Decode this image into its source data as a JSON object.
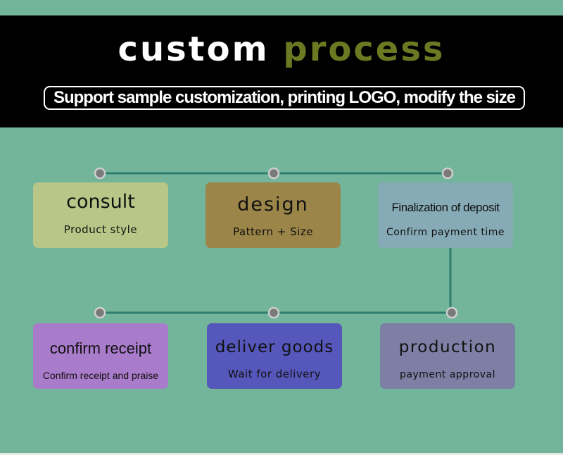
{
  "header": {
    "title_white": "custom",
    "title_green": "process",
    "subtitle": "Support sample customization, printing LOGO, modify the size"
  },
  "steps": [
    {
      "name": "consult",
      "desc": "Product style",
      "color": "#b8c787"
    },
    {
      "name": "design",
      "desc": "Pattern + Size",
      "color": "#9c8548"
    },
    {
      "name": "Finalization of deposit",
      "desc": "Confirm payment time",
      "color": "#86abb6"
    },
    {
      "name": "production",
      "desc": "payment approval",
      "color": "#7d7fa4"
    },
    {
      "name": "deliver goods",
      "desc": "Wait for delivery",
      "color": "#5657bb"
    },
    {
      "name": "confirm receipt",
      "desc": "Confirm receipt and praise",
      "color": "#a97bcb"
    }
  ],
  "colors": {
    "background": "#72b59a",
    "banner": "#000000",
    "connector": "#2e7f70",
    "node_fill": "#7a7a7a",
    "node_ring": "#cfcfcf"
  }
}
